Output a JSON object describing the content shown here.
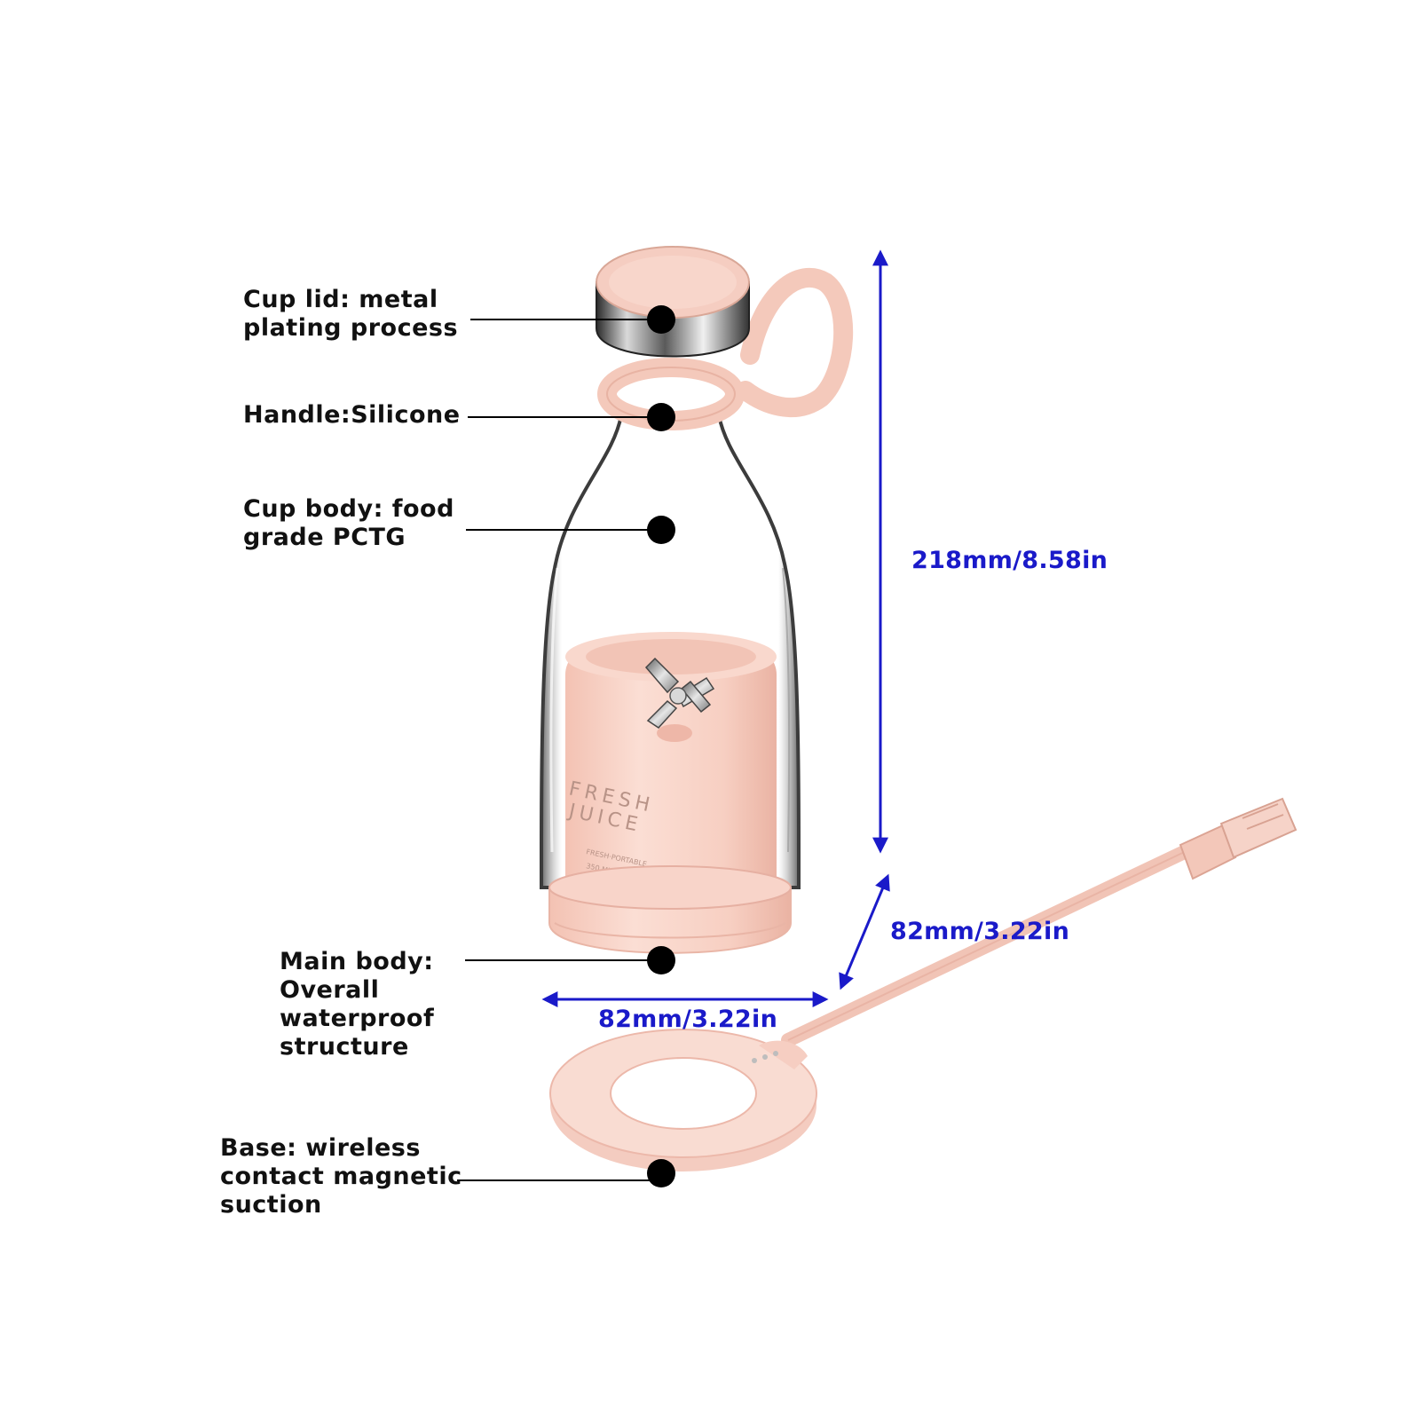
{
  "callouts": {
    "cup_lid": {
      "lines": [
        "Cup lid: metal",
        "plating process"
      ]
    },
    "handle": {
      "lines": [
        "Handle:Silicone"
      ]
    },
    "cup_body": {
      "lines": [
        "Cup body: food",
        "grade PCTG"
      ]
    },
    "main_body": {
      "lines": [
        "Main body:",
        "Overall",
        "waterproof",
        "structure"
      ]
    },
    "base": {
      "lines": [
        "Base: wireless",
        "contact magnetic",
        "suction"
      ]
    }
  },
  "dimensions": {
    "height": "218mm/8.58in",
    "depth": "82mm/3.22in",
    "width": "82mm/3.22in"
  },
  "product_print": {
    "line1": "FRESH",
    "line2": "JUICE",
    "small1": "FRESH·PORTABLE",
    "small2": "350 ML"
  },
  "colors": {
    "product_pink": "#f6cfc3",
    "dimension_blue": "#1a1ac9",
    "callout_black": "#111111"
  }
}
